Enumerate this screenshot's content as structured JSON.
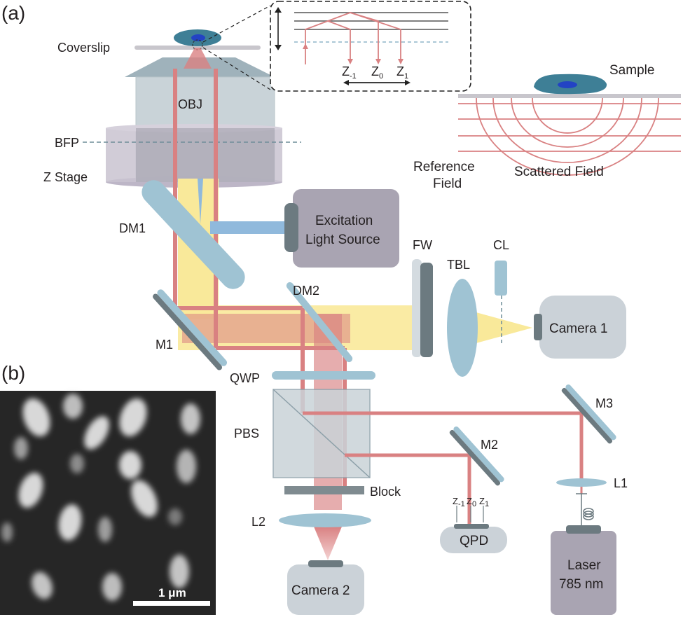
{
  "panels": {
    "a": "(a)",
    "b": "(b)"
  },
  "labels": {
    "coverslip": "Coverslip",
    "obj": "OBJ",
    "bfp": "BFP",
    "z_stage": "Z Stage",
    "dm1": "DM1",
    "dm2": "DM2",
    "m1": "M1",
    "m2": "M2",
    "m3": "M3",
    "qwp": "QWP",
    "pbs": "PBS",
    "block": "Block",
    "l1": "L1",
    "l2": "L2",
    "fw": "FW",
    "tbl": "TBL",
    "cl": "CL",
    "excitation_line1": "Excitation",
    "excitation_line2": "Light Source",
    "camera1": "Camera 1",
    "camera2": "Camera 2",
    "qpd": "QPD",
    "laser_line1": "Laser",
    "laser_line2": "785 nm",
    "sample": "Sample",
    "reference_line1": "Reference",
    "reference_line2": "Field",
    "scattered_field": "Scattered Field",
    "scale_bar": "1 μm"
  },
  "z_planes": {
    "z_minus": {
      "base": "Z",
      "sub": "-1"
    },
    "z_zero": {
      "base": "Z",
      "sub": "0"
    },
    "z_plus": {
      "base": "Z",
      "sub": "1"
    }
  },
  "colors": {
    "laser_beam": "#d98182",
    "fluorescence_beam": "#f9e99a",
    "excitation_beam": "#90b9dc",
    "optic_blue": "#9fc3d3",
    "objective_gray": "#c9d3d8",
    "stage_purple": "#c9c3d0",
    "box_gray": "#a9a4b2",
    "camera_gray": "#cbd2d8",
    "cell_teal": "#3e7f96",
    "nucleus_blue": "#2343c4"
  }
}
